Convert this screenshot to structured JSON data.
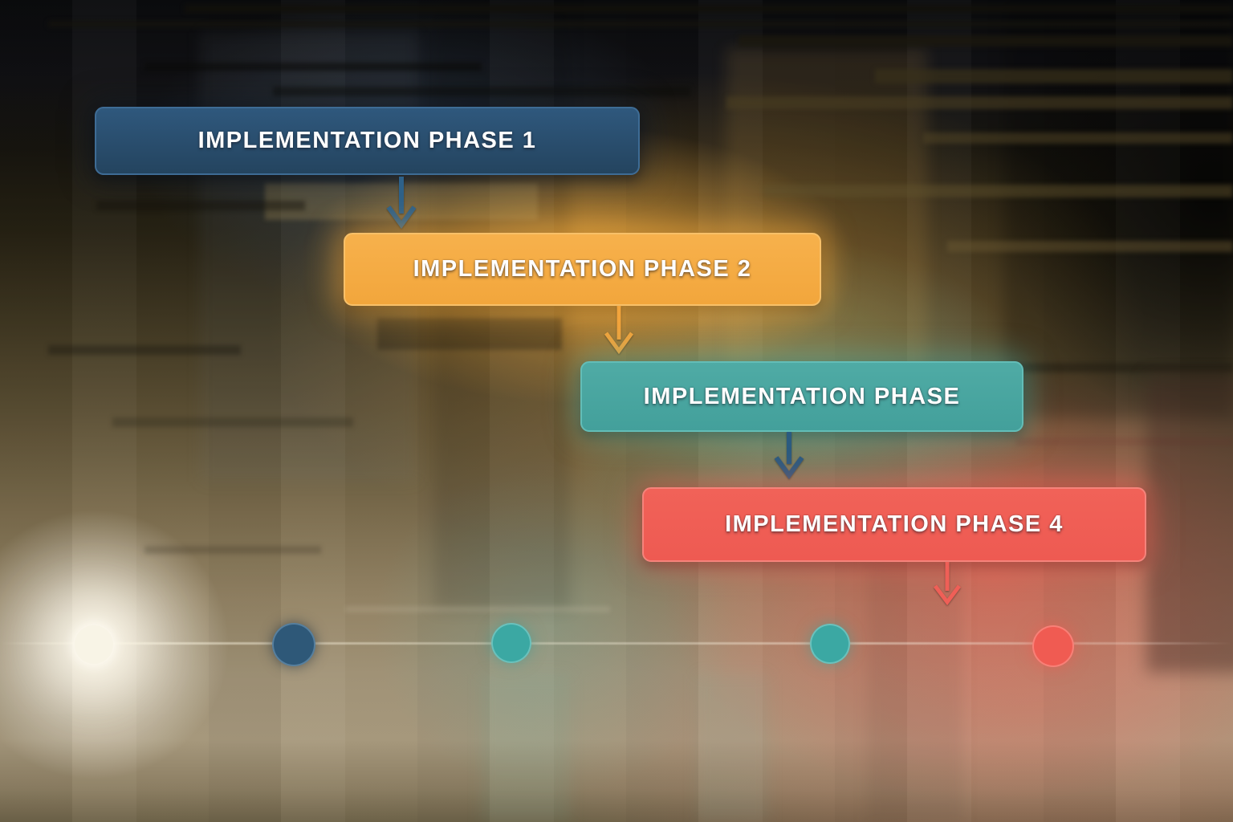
{
  "diagram": {
    "title": "Implementation phases cascade diagram",
    "phases": [
      {
        "id": "phase-1",
        "label": "IMPLEMENTATION PHASE 1",
        "box_color": "#24445F",
        "box_color_top": "#2F587D",
        "border_color": "#3E6C95",
        "glow_color": "rgba(12,24,40,0.55)",
        "arrow_color": "#2E6189",
        "text_color": "#FFFFFF"
      },
      {
        "id": "phase-2",
        "label": "IMPLEMENTATION PHASE 2",
        "box_color": "#F2A63C",
        "box_color_top": "#F7B14C",
        "border_color": "#F8C068",
        "glow_color": "rgba(245,170,60,0.55)",
        "arrow_color": "#F2A43C",
        "text_color": "#FFFFFF"
      },
      {
        "id": "phase-3",
        "label": "IMPLEMENTATION PHASE",
        "box_color": "#43A09B",
        "box_color_top": "#4FABA5",
        "border_color": "#63BDB7",
        "glow_color": "rgba(70,165,158,0.50)",
        "arrow_color": "#2B5B80",
        "text_color": "#FFFFFF"
      },
      {
        "id": "phase-4",
        "label": "IMPLEMENTATION PHASE 4",
        "box_color": "#EE5A52",
        "box_color_top": "#F16258",
        "border_color": "#F5837B",
        "glow_color": "rgba(238,90,80,0.55)",
        "arrow_color": "#EF5F57",
        "text_color": "#FFFFFF"
      }
    ],
    "timeline": {
      "milestone_dots": [
        {
          "id": "milestone-1",
          "color": "#F8F4E6"
        },
        {
          "id": "milestone-2",
          "color": "#2E5878"
        },
        {
          "id": "milestone-3",
          "color": "#3BA8A3"
        },
        {
          "id": "milestone-4",
          "color": "#3BA8A3"
        },
        {
          "id": "milestone-5",
          "color": "#F05B52"
        }
      ]
    },
    "background": {
      "top_color": "#0B0C0E",
      "sand_color": "#A89A7E",
      "gold_glow": "#F5AC43",
      "teal_glow": "#49A7A0",
      "red_glow": "#EF6056",
      "white_glow": "#FCF8EE"
    }
  }
}
